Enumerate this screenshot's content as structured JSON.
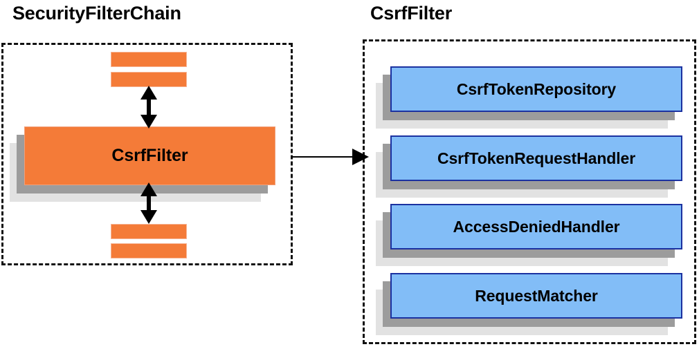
{
  "diagram": {
    "type": "component-relationship-diagram",
    "panels": [
      {
        "id": "security-filter-chain",
        "title": "SecurityFilterChain",
        "accent_color": "#f47b38",
        "note": "Stack of filters; CsrfFilter highlighted in the middle",
        "unlabeled_filters_above": 2,
        "unlabeled_filters_below": 2,
        "highlighted_filter": "CsrfFilter"
      },
      {
        "id": "csrf-filter",
        "title": "CsrfFilter",
        "accent_color": "#82bdf7",
        "collaborators": [
          "CsrfTokenRepository",
          "CsrfTokenRequestHandler",
          "AccessDeniedHandler",
          "RequestMatcher"
        ]
      }
    ],
    "connectors": [
      {
        "id": "chain-to-csrffilter",
        "from": "CsrfFilter",
        "to": "CsrfFilter detail panel",
        "style": "single-headed-arrow",
        "direction": "right",
        "color": "#000000"
      },
      {
        "id": "csrffilter-to-previous-filter",
        "style": "double-headed-arrow",
        "direction": "vertical",
        "color": "#000000"
      },
      {
        "id": "csrffilter-to-next-filter",
        "style": "double-headed-arrow",
        "direction": "vertical",
        "color": "#000000"
      }
    ],
    "colors": {
      "background": "#ffffff",
      "orange_face": "#f47b38",
      "orange_border": "#f0a07a",
      "blue_face": "#82bdf7",
      "blue_border": "#1b31a0",
      "shadow_mid": "#9c9c9c",
      "shadow_back": "#e2e2e2",
      "dashed_border": "#111111",
      "text": "#000000"
    }
  }
}
